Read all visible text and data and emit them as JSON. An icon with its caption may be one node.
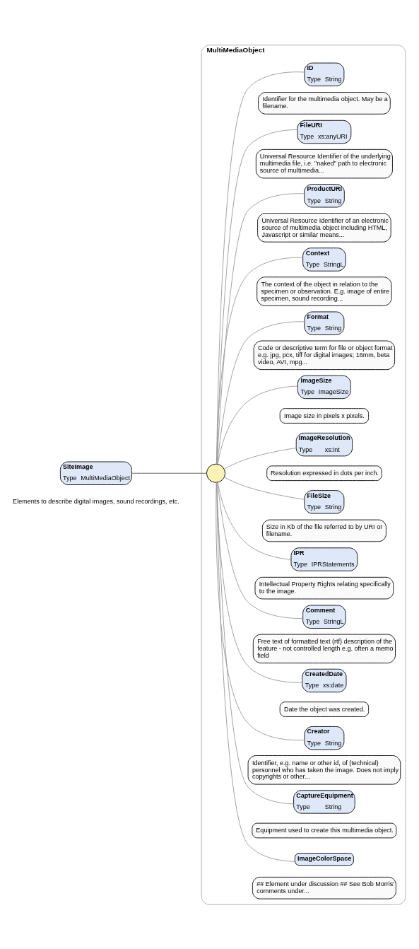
{
  "diagram": {
    "nodes": [
      {
        "text": [
          "SiteImage",
          "Type",
          "MultiMediaObject"
        ]
      },
      {
        "text": [
          "MultiMediaObject"
        ]
      },
      {
        "text": [],
        "shape": "circle",
        "in": 1
      },
      {
        "text": [
          "ID",
          "Type",
          "String"
        ],
        "in": 1,
        "beside": [
          "Identifier for the multimedia object. May be a filename."
        ]
      },
      {
        "text": [
          "FileURI",
          "Type",
          "xs:anyURI"
        ],
        "in": 1,
        "beside": [
          "Universal Resource Identifier of the underlying multimedia file, i.e. \"naked\" path to electronic source of multimedia..."
        ]
      },
      {
        "text": [
          "ProductURI",
          "Type",
          "String"
        ],
        "in": 1,
        "beside": [
          "Universal Resource Identifier of an electronic source of multimedia object including HTML, Javascript or similar means..."
        ]
      },
      {
        "text": [
          "Context",
          "Type",
          "StringL"
        ],
        "in": 1,
        "beside": [
          "The context of the object in relation to the specimen or observation. E.g. image of entire specimen, sound recording..."
        ]
      },
      {
        "text": [
          "Format",
          "Type",
          "String"
        ],
        "in": 1,
        "beside": [
          "Code or descriptive term for file or object format e.g. jpg, pcx, tiff for digital images; 16mm, beta video, AVI, mpg..."
        ]
      },
      {
        "text": [
          "ImageSize",
          "Type",
          "ImageSize"
        ],
        "in": 1,
        "beside": [
          "Image size in pixels x pixels."
        ]
      },
      {
        "text": [
          "ImageResolution",
          "Type",
          "xs:int"
        ],
        "in": 1,
        "beside": [
          "Resolution expressed in dots per inch."
        ]
      },
      {
        "text": [
          "FileSize",
          "Type",
          "String"
        ],
        "in": 1,
        "beside": [
          "Size in Kb of the file referred to by URI or filename."
        ]
      },
      {
        "text": [
          "IPR",
          "Type",
          "IPRStatements"
        ],
        "in": 1,
        "beside": [
          "Intellectual Property Rights relating specifically to the image."
        ]
      },
      {
        "text": [
          "Comment",
          "Type",
          "StringL"
        ],
        "in": 1,
        "beside": [
          "Free text of formatted text (rtf) description of the feature - not controlled length e.g. often a memo field"
        ]
      },
      {
        "text": [
          "CreatedDate",
          "Type",
          "xs:date"
        ],
        "in": 1,
        "beside": [
          "Date the object was created."
        ]
      },
      {
        "text": [
          "Creator",
          "Type",
          "String"
        ],
        "in": 1,
        "beside": [
          "Identifier, e.g. name or other id, of (technical) personnel who has taken the image. Does not imply copyrights or other..."
        ]
      },
      {
        "text": [
          "CaptureEquipment",
          "Type",
          "String"
        ],
        "in": 1,
        "beside": [
          "Equipment used to create this multimedia object."
        ]
      },
      {
        "text": [
          "ImageColorSpace"
        ],
        "in": 1,
        "beside": [
          "## Element under discussion ## See Bob Morris' comments under..."
        ]
      }
    ],
    "edges": [
      {
        "from": 0,
        "to": 2,
        "arrow": "none",
        "color": "#555555"
      },
      {
        "from": 2,
        "to": 3,
        "arrow": "none"
      },
      {
        "from": 2,
        "to": 4,
        "arrow": "none"
      },
      {
        "from": 2,
        "to": 5,
        "arrow": "none"
      },
      {
        "from": 2,
        "to": 6,
        "arrow": "none"
      },
      {
        "from": 2,
        "to": 7,
        "arrow": "none"
      },
      {
        "from": 2,
        "to": 8,
        "arrow": "none"
      },
      {
        "from": 2,
        "to": 9,
        "arrow": "none"
      },
      {
        "from": 2,
        "to": 10,
        "arrow": "none"
      },
      {
        "from": 2,
        "to": 11,
        "arrow": "none"
      },
      {
        "from": 2,
        "to": 12,
        "arrow": "none"
      },
      {
        "from": 2,
        "to": 13,
        "arrow": "none"
      },
      {
        "from": 2,
        "to": 14,
        "arrow": "none"
      },
      {
        "from": 2,
        "to": 15,
        "arrow": "none"
      },
      {
        "from": 2,
        "to": 16,
        "arrow": "none"
      }
    ],
    "labels": [
      "Elements to describe digital images, sound recordings, etc."
    ]
  }
}
